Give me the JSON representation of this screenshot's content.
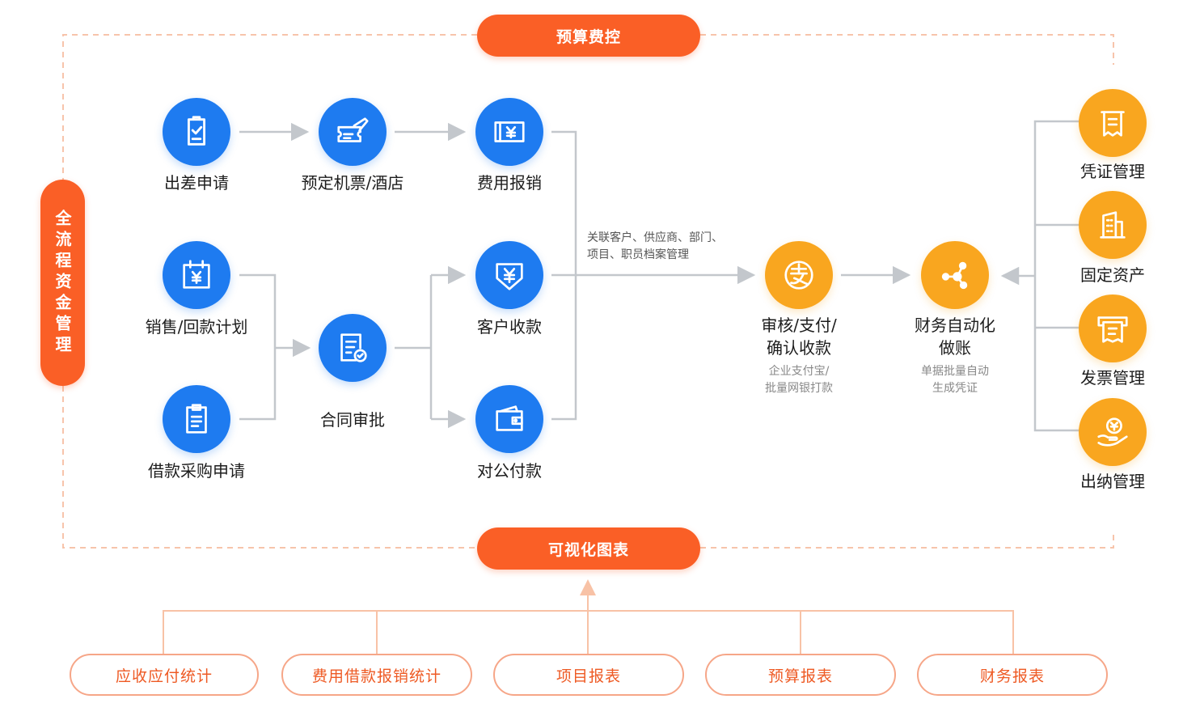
{
  "top_banner": "预算费控",
  "bottom_banner": "可视化图表",
  "side_banner": "全流程资金管理",
  "link_note": [
    "关联客户、供应商、部门、",
    "项目、职员档案管理"
  ],
  "nodes": {
    "travel_request": {
      "label": "出差申请",
      "icon": "checklist-icon",
      "color": "#1e7bf0"
    },
    "booking": {
      "label": "预定机票/酒店",
      "icon": "plane-ticket-icon",
      "color": "#1e7bf0"
    },
    "expense_claim": {
      "label": "费用报销",
      "icon": "yen-receipt-icon",
      "color": "#1e7bf0"
    },
    "sales_plan": {
      "label": "销售/回款计划",
      "icon": "yen-calendar-icon",
      "color": "#1e7bf0"
    },
    "loan_purchase": {
      "label": "借款采购申请",
      "icon": "clipboard-icon",
      "color": "#1e7bf0"
    },
    "contract_approval": {
      "label": "合同审批",
      "icon": "document-badge-icon",
      "color": "#1e7bf0"
    },
    "customer_receipt": {
      "label": "客户收款",
      "icon": "yen-shield-icon",
      "color": "#1e7bf0"
    },
    "corporate_payment": {
      "label": "对公付款",
      "icon": "wallet-icon",
      "color": "#1e7bf0"
    },
    "audit_pay": {
      "label": [
        "审核/支付/",
        "确认收款"
      ],
      "sub": [
        "企业支付宝/",
        "批量网银打款"
      ],
      "icon": "alipay-icon",
      "color": "#f9a61f"
    },
    "auto_bookkeeping": {
      "label": [
        "财务自动化",
        "做账"
      ],
      "sub": [
        "单据批量自动",
        "生成凭证"
      ],
      "icon": "network-icon",
      "color": "#f9a61f"
    },
    "voucher": {
      "label": "凭证管理",
      "icon": "voucher-icon",
      "color": "#f9a61f"
    },
    "fixed_assets": {
      "label": "固定资产",
      "icon": "building-icon",
      "color": "#f9a61f"
    },
    "invoice": {
      "label": "发票管理",
      "icon": "invoice-icon",
      "color": "#f9a61f"
    },
    "cashier": {
      "label": "出纳管理",
      "icon": "hand-coin-icon",
      "color": "#f9a61f"
    }
  },
  "reports": [
    "应收应付统计",
    "费用借款报销统计",
    "项目报表",
    "预算报表",
    "财务报表"
  ],
  "colors": {
    "accent_orange": "#fa5f26",
    "node_blue": "#1e7bf0",
    "node_orange": "#f9a61f",
    "connector_gray": "#c3c7cc",
    "dashed_frame": "#f7c4ab"
  }
}
